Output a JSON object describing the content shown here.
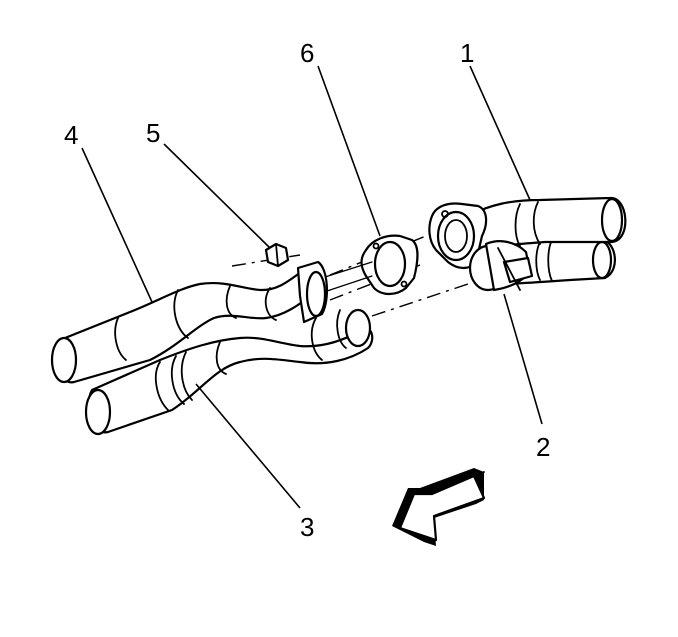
{
  "diagram": {
    "callouts": [
      {
        "id": "1",
        "label": "1"
      },
      {
        "id": "2",
        "label": "2"
      },
      {
        "id": "3",
        "label": "3"
      },
      {
        "id": "4",
        "label": "4"
      },
      {
        "id": "5",
        "label": "5"
      },
      {
        "id": "6",
        "label": "6"
      }
    ],
    "direction_arrow": {
      "icon": "front-direction-arrow-icon"
    }
  }
}
